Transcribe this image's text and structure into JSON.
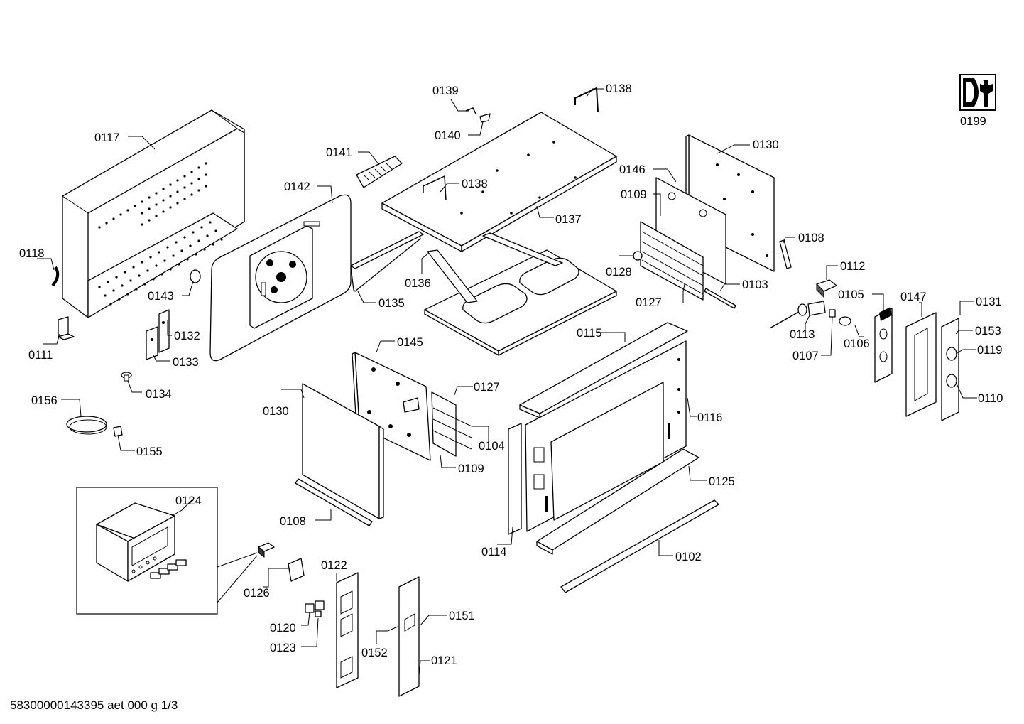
{
  "document": {
    "footer_text": "58300000143395 aet 000 g 1/3",
    "service_icon_label": "0199"
  },
  "labels": [
    {
      "id": "0139",
      "text": "0139"
    },
    {
      "id": "0138a",
      "text": "0138"
    },
    {
      "id": "0140",
      "text": "0140"
    },
    {
      "id": "0117",
      "text": "0117"
    },
    {
      "id": "0141",
      "text": "0141"
    },
    {
      "id": "0130a",
      "text": "0130"
    },
    {
      "id": "0146",
      "text": "0146"
    },
    {
      "id": "0142",
      "text": "0142"
    },
    {
      "id": "0138b",
      "text": "0138"
    },
    {
      "id": "0109a",
      "text": "0109"
    },
    {
      "id": "0137",
      "text": "0137"
    },
    {
      "id": "0108a",
      "text": "0108"
    },
    {
      "id": "0118",
      "text": "0118"
    },
    {
      "id": "0128",
      "text": "0128"
    },
    {
      "id": "0112",
      "text": "0112"
    },
    {
      "id": "0136",
      "text": "0136"
    },
    {
      "id": "0103",
      "text": "0103"
    },
    {
      "id": "0143",
      "text": "0143"
    },
    {
      "id": "0105",
      "text": "0105"
    },
    {
      "id": "0147",
      "text": "0147"
    },
    {
      "id": "0131",
      "text": "0131"
    },
    {
      "id": "0135",
      "text": "0135"
    },
    {
      "id": "0127a",
      "text": "0127"
    },
    {
      "id": "0132",
      "text": "0132"
    },
    {
      "id": "0153",
      "text": "0153"
    },
    {
      "id": "0115",
      "text": "0115"
    },
    {
      "id": "0113",
      "text": "0113"
    },
    {
      "id": "0106",
      "text": "0106"
    },
    {
      "id": "0111",
      "text": "0111"
    },
    {
      "id": "0145",
      "text": "0145"
    },
    {
      "id": "0119",
      "text": "0119"
    },
    {
      "id": "0107",
      "text": "0107"
    },
    {
      "id": "0133",
      "text": "0133"
    },
    {
      "id": "0127b",
      "text": "0127"
    },
    {
      "id": "0134",
      "text": "0134"
    },
    {
      "id": "0110",
      "text": "0110"
    },
    {
      "id": "0156",
      "text": "0156"
    },
    {
      "id": "0130b",
      "text": "0130"
    },
    {
      "id": "0116",
      "text": "0116"
    },
    {
      "id": "0104",
      "text": "0104"
    },
    {
      "id": "0155",
      "text": "0155"
    },
    {
      "id": "0109b",
      "text": "0109"
    },
    {
      "id": "0125",
      "text": "0125"
    },
    {
      "id": "0124",
      "text": "0124"
    },
    {
      "id": "0108b",
      "text": "0108"
    },
    {
      "id": "0114",
      "text": "0114"
    },
    {
      "id": "0102",
      "text": "0102"
    },
    {
      "id": "0122",
      "text": "0122"
    },
    {
      "id": "0126",
      "text": "0126"
    },
    {
      "id": "0151",
      "text": "0151"
    },
    {
      "id": "0120",
      "text": "0120"
    },
    {
      "id": "0152",
      "text": "0152"
    },
    {
      "id": "0123",
      "text": "0123"
    },
    {
      "id": "0121",
      "text": "0121"
    }
  ]
}
